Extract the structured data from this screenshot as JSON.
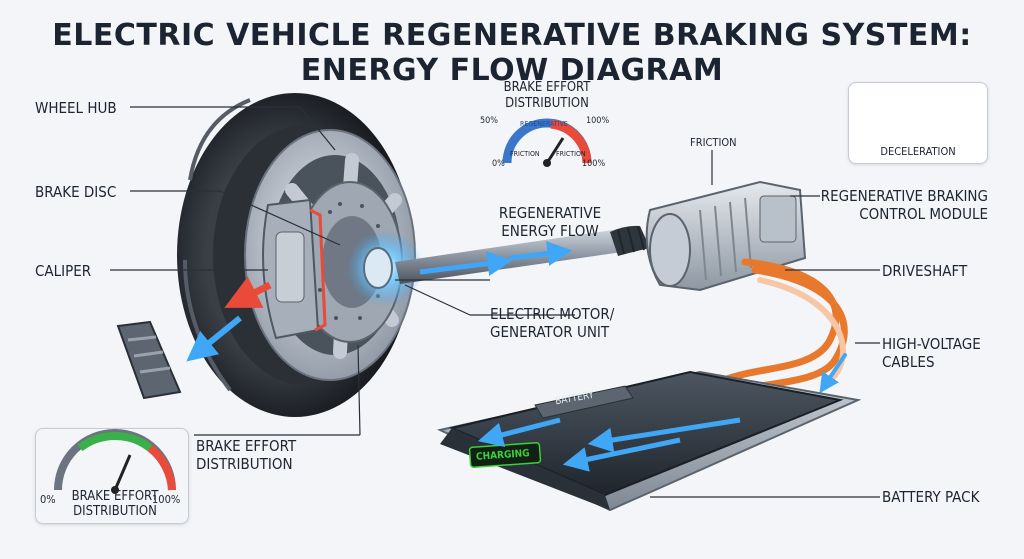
{
  "title": "ELECTRIC VEHICLE REGENERATIVE BRAKING SYSTEM: ENERGY FLOW DIAGRAM",
  "labels": {
    "wheel_hub": "WHEEL HUB",
    "brake_disc": "BRAKE DISC",
    "caliper": "CALIPER",
    "regen_flow_1": "REGENERATIVE",
    "regen_flow_2": "ENERGY FLOW",
    "motor_1": "ELECTRIC MOTOR/",
    "motor_2": "GENERATOR UNIT",
    "friction": "FRICTION",
    "control_1": "REGENERATIVE BRAKING",
    "control_2": "CONTROL MODULE",
    "driveshaft": "DRIVESHAFT",
    "hv_1": "HIGH-VOLTAGE",
    "hv_2": "CABLES",
    "battery_pack": "BATTERY PACK",
    "brake_effort_1": "BRAKE EFFORT",
    "brake_effort_2": "DISTRIBUTION"
  },
  "top_gauge": {
    "title_1": "BRAKE EFFORT",
    "title_2": "DISTRIBUTION",
    "arc_text": "REGENERATIVE",
    "left_top": "50%",
    "right_top": "100%",
    "left_bottom": "0%",
    "right_bottom": "100%",
    "friction_left": "FRICTION",
    "friction_right": "FRICTION"
  },
  "bottom_gauge": {
    "min": "0%",
    "max": "100%",
    "title_1": "BRAKE EFFORT",
    "title_2": "DISTRIBUTION"
  },
  "decel_card": {
    "label": "DECELERATION"
  },
  "battery": {
    "top_text": "BATTERY",
    "display": "CHARGING"
  },
  "colors": {
    "regen_blue": "#3fa7f5",
    "cable_orange": "#e8792c",
    "heat_red": "#e94a3a",
    "display_green": "#3ad13a"
  }
}
